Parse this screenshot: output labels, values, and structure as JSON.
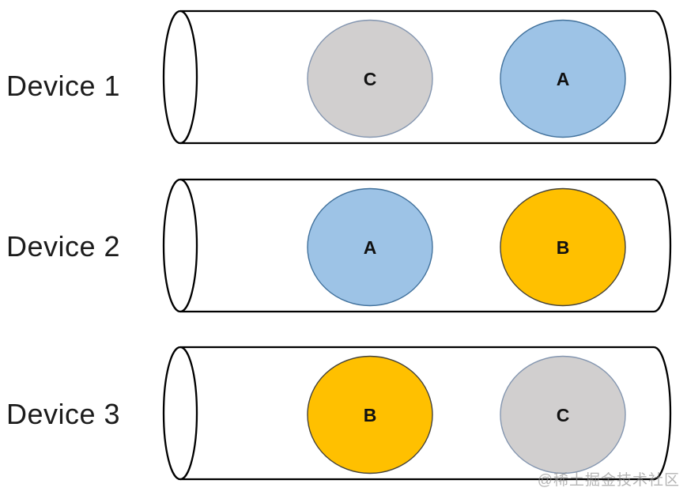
{
  "diagram": {
    "description_colors": {
      "cylinder_stroke": "#000000",
      "gray_fill": "#d1cfcf",
      "gray_stroke": "#8496b0",
      "blue_fill": "#9dc3e6",
      "blue_stroke": "#41719c",
      "orange_fill": "#ffc000",
      "orange_stroke": "#44423a"
    },
    "devices": [
      {
        "label": "Device 1",
        "slots": [
          {
            "letter": "C",
            "fill": "#d1cfcf",
            "stroke": "#8496b0"
          },
          {
            "letter": "A",
            "fill": "#9dc3e6",
            "stroke": "#41719c"
          }
        ]
      },
      {
        "label": "Device 2",
        "slots": [
          {
            "letter": "A",
            "fill": "#9dc3e6",
            "stroke": "#41719c"
          },
          {
            "letter": "B",
            "fill": "#ffc000",
            "stroke": "#44423a"
          }
        ]
      },
      {
        "label": "Device 3",
        "slots": [
          {
            "letter": "B",
            "fill": "#ffc000",
            "stroke": "#44423a"
          },
          {
            "letter": "C",
            "fill": "#d1cfcf",
            "stroke": "#8496b0"
          }
        ]
      }
    ]
  },
  "watermark": {
    "text": "@稀土掘金技术社区"
  }
}
